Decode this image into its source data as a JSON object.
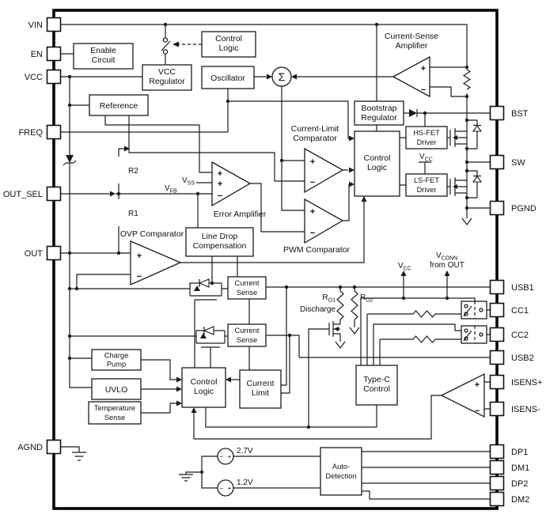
{
  "diagram": {
    "pins": {
      "left": [
        {
          "label": "VIN"
        },
        {
          "label": "EN"
        },
        {
          "label": "VCC"
        },
        {
          "label": "FREQ"
        },
        {
          "label": "OUT_SEL"
        },
        {
          "label": "OUT"
        },
        {
          "label": "AGND"
        }
      ],
      "right": [
        {
          "label": "BST"
        },
        {
          "label": "SW"
        },
        {
          "label": "PGND"
        },
        {
          "label": "USB1"
        },
        {
          "label": "CC1"
        },
        {
          "label": "CC2"
        },
        {
          "label": "USB2"
        },
        {
          "label": "ISENS+"
        },
        {
          "label": "ISENS-"
        },
        {
          "label": "DP1"
        },
        {
          "label": "DM1"
        },
        {
          "label": "DP2"
        },
        {
          "label": "DM2"
        }
      ]
    },
    "blocks": {
      "enable_circuit": {
        "l1": "Enable",
        "l2": "Circuit"
      },
      "control_logic_top": {
        "l1": "Control",
        "l2": "Logic"
      },
      "vcc_regulator": {
        "l1": "VCC",
        "l2": "Regulator"
      },
      "oscillator": {
        "l1": "Oscillator"
      },
      "reference": {
        "l1": "Reference"
      },
      "bootstrap_regulator": {
        "l1": "Bootstrap",
        "l2": "Regulator"
      },
      "hs_fet_driver": {
        "l1": "HS-FET",
        "l2": "Driver"
      },
      "control_logic_right": {
        "l1": "Control",
        "l2": "Logic"
      },
      "ls_fet_driver": {
        "l1": "LS-FET",
        "l2": "Driver"
      },
      "line_drop_compensation": {
        "l1": "Line Drop",
        "l2": "Compensation"
      },
      "current_sense_a": {
        "l1": "Current",
        "l2": "Sense"
      },
      "current_sense_b": {
        "l1": "Current",
        "l2": "Sense"
      },
      "charge_pump": {
        "l1": "Charge",
        "l2": "Pump"
      },
      "uvlo": {
        "l1": "UVLO"
      },
      "temperature_sense": {
        "l1": "Temperature",
        "l2": "Sense"
      },
      "control_logic_bottom": {
        "l1": "Control",
        "l2": "Logic"
      },
      "current_limit": {
        "l1": "Current",
        "l2": "Limit"
      },
      "type_c_control": {
        "l1": "Type-C",
        "l2": "Control"
      },
      "auto_detection": {
        "l1": "Auto-",
        "l2": "Detection"
      }
    },
    "amps": {
      "current_sense_amplifier": {
        "l1": "Current-Sense",
        "l2": "Amplifier"
      },
      "error_amplifier": {
        "l1": "Error Amplifier"
      },
      "current_limit_comparator": {
        "l1": "Current-Limit",
        "l2": "Comparator"
      },
      "pwm_comparator": {
        "l1": "PWM Comparator"
      },
      "ovp_comparator": {
        "l1": "OVP Comparator"
      }
    },
    "nets": {
      "vfb": {
        "main": "V",
        "sub": "FB"
      },
      "vss": {
        "main": "V",
        "sub": "SS"
      },
      "vcc_driver": {
        "main": "V",
        "sub": "CC"
      },
      "vcc_supply": {
        "main": "V",
        "sub": "CC"
      },
      "vconn": {
        "main": "V",
        "sub": "CONN",
        "line2": "from OUT"
      },
      "r2": "R2",
      "r1": "R1",
      "ro1": {
        "main": "R",
        "sub": "O1"
      },
      "ro2": {
        "main": "R",
        "sub": "O2"
      },
      "discharge": "Discharge",
      "v_ref_high": "2.7V",
      "v_ref_low": "1.2V",
      "sigma": "Σ"
    },
    "sym": {
      "plus": "+",
      "minus": "−"
    },
    "colors": {
      "line": "#1a1a1a",
      "background": "#ffffff"
    }
  }
}
